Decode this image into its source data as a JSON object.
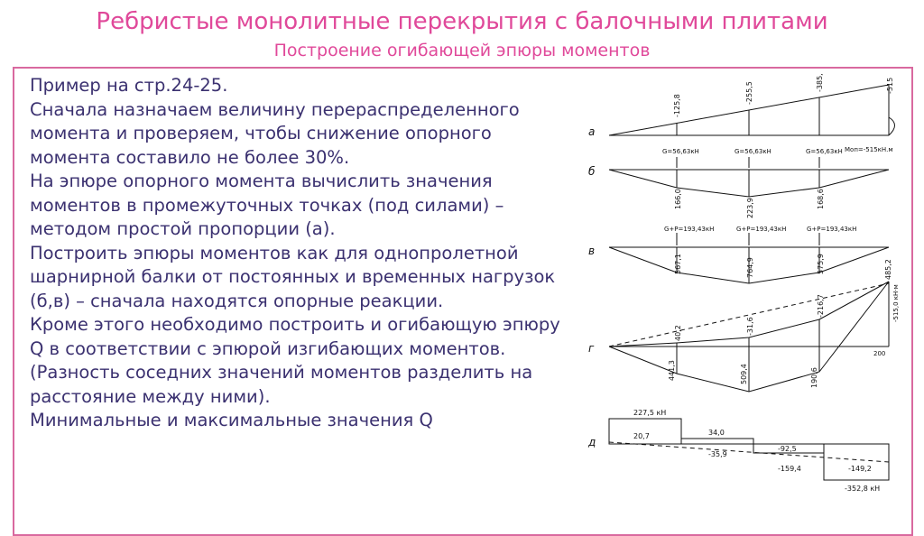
{
  "title": "Ребристые монолитные перекрытия с балочными плитами",
  "subtitle": "Построение огибающей эпюры моментов",
  "paragraphs": [
    "Пример на стр.24-25.",
    "Сначала назначаем величину перераспределенного момента и проверяем, чтобы снижение опорного момента составило не более 30%.",
    "На эпюре опорного момента вычислить значения моментов в промежуточных точках (под силами) – методом простой пропорции (а).",
    "Построить эпюры моментов как для однопролетной шарнирной балки от постоянных и временных нагрузок (б,в) – сначала находятся опорные реакции.",
    "Кроме этого необходимо построить и огибающую эпюру Q в соответствии с эпюрой изгибающих моментов. (Разность соседних значений моментов разделить на расстояние между ними).",
    "Минимальные и максимальные значения Q"
  ],
  "diagram": {
    "letters": {
      "a": "а",
      "b": "б",
      "v": "в",
      "g": "г",
      "d": "д"
    },
    "a": {
      "values": [
        "-125,8",
        "-255,5",
        "-385,3",
        "-515"
      ],
      "mop": "Mоп=-515кН.м"
    },
    "b": {
      "loads": [
        "G=56,63кН",
        "G=56,63кН",
        "G=56,63кН"
      ],
      "values": [
        "166,0",
        "223,9",
        "168,6"
      ]
    },
    "v": {
      "loads": [
        "G+P=193,43кН",
        "G+P=193,43кН",
        "G+P=193,43кН"
      ],
      "values": [
        "567,1",
        "764,9",
        "575,9"
      ]
    },
    "g": {
      "top": [
        "40,2",
        "-31,6",
        "-216,7",
        "485,2"
      ],
      "side": "-515,0 кН·м",
      "bottom": [
        "441,3",
        "509,4",
        "190,6"
      ],
      "small": "200"
    },
    "d": {
      "labels": [
        "227,5 кН",
        "20,7",
        "34,0",
        "-35,9",
        "-92,5",
        "-159,4",
        "-149,2",
        "-352,8 кН"
      ]
    }
  }
}
